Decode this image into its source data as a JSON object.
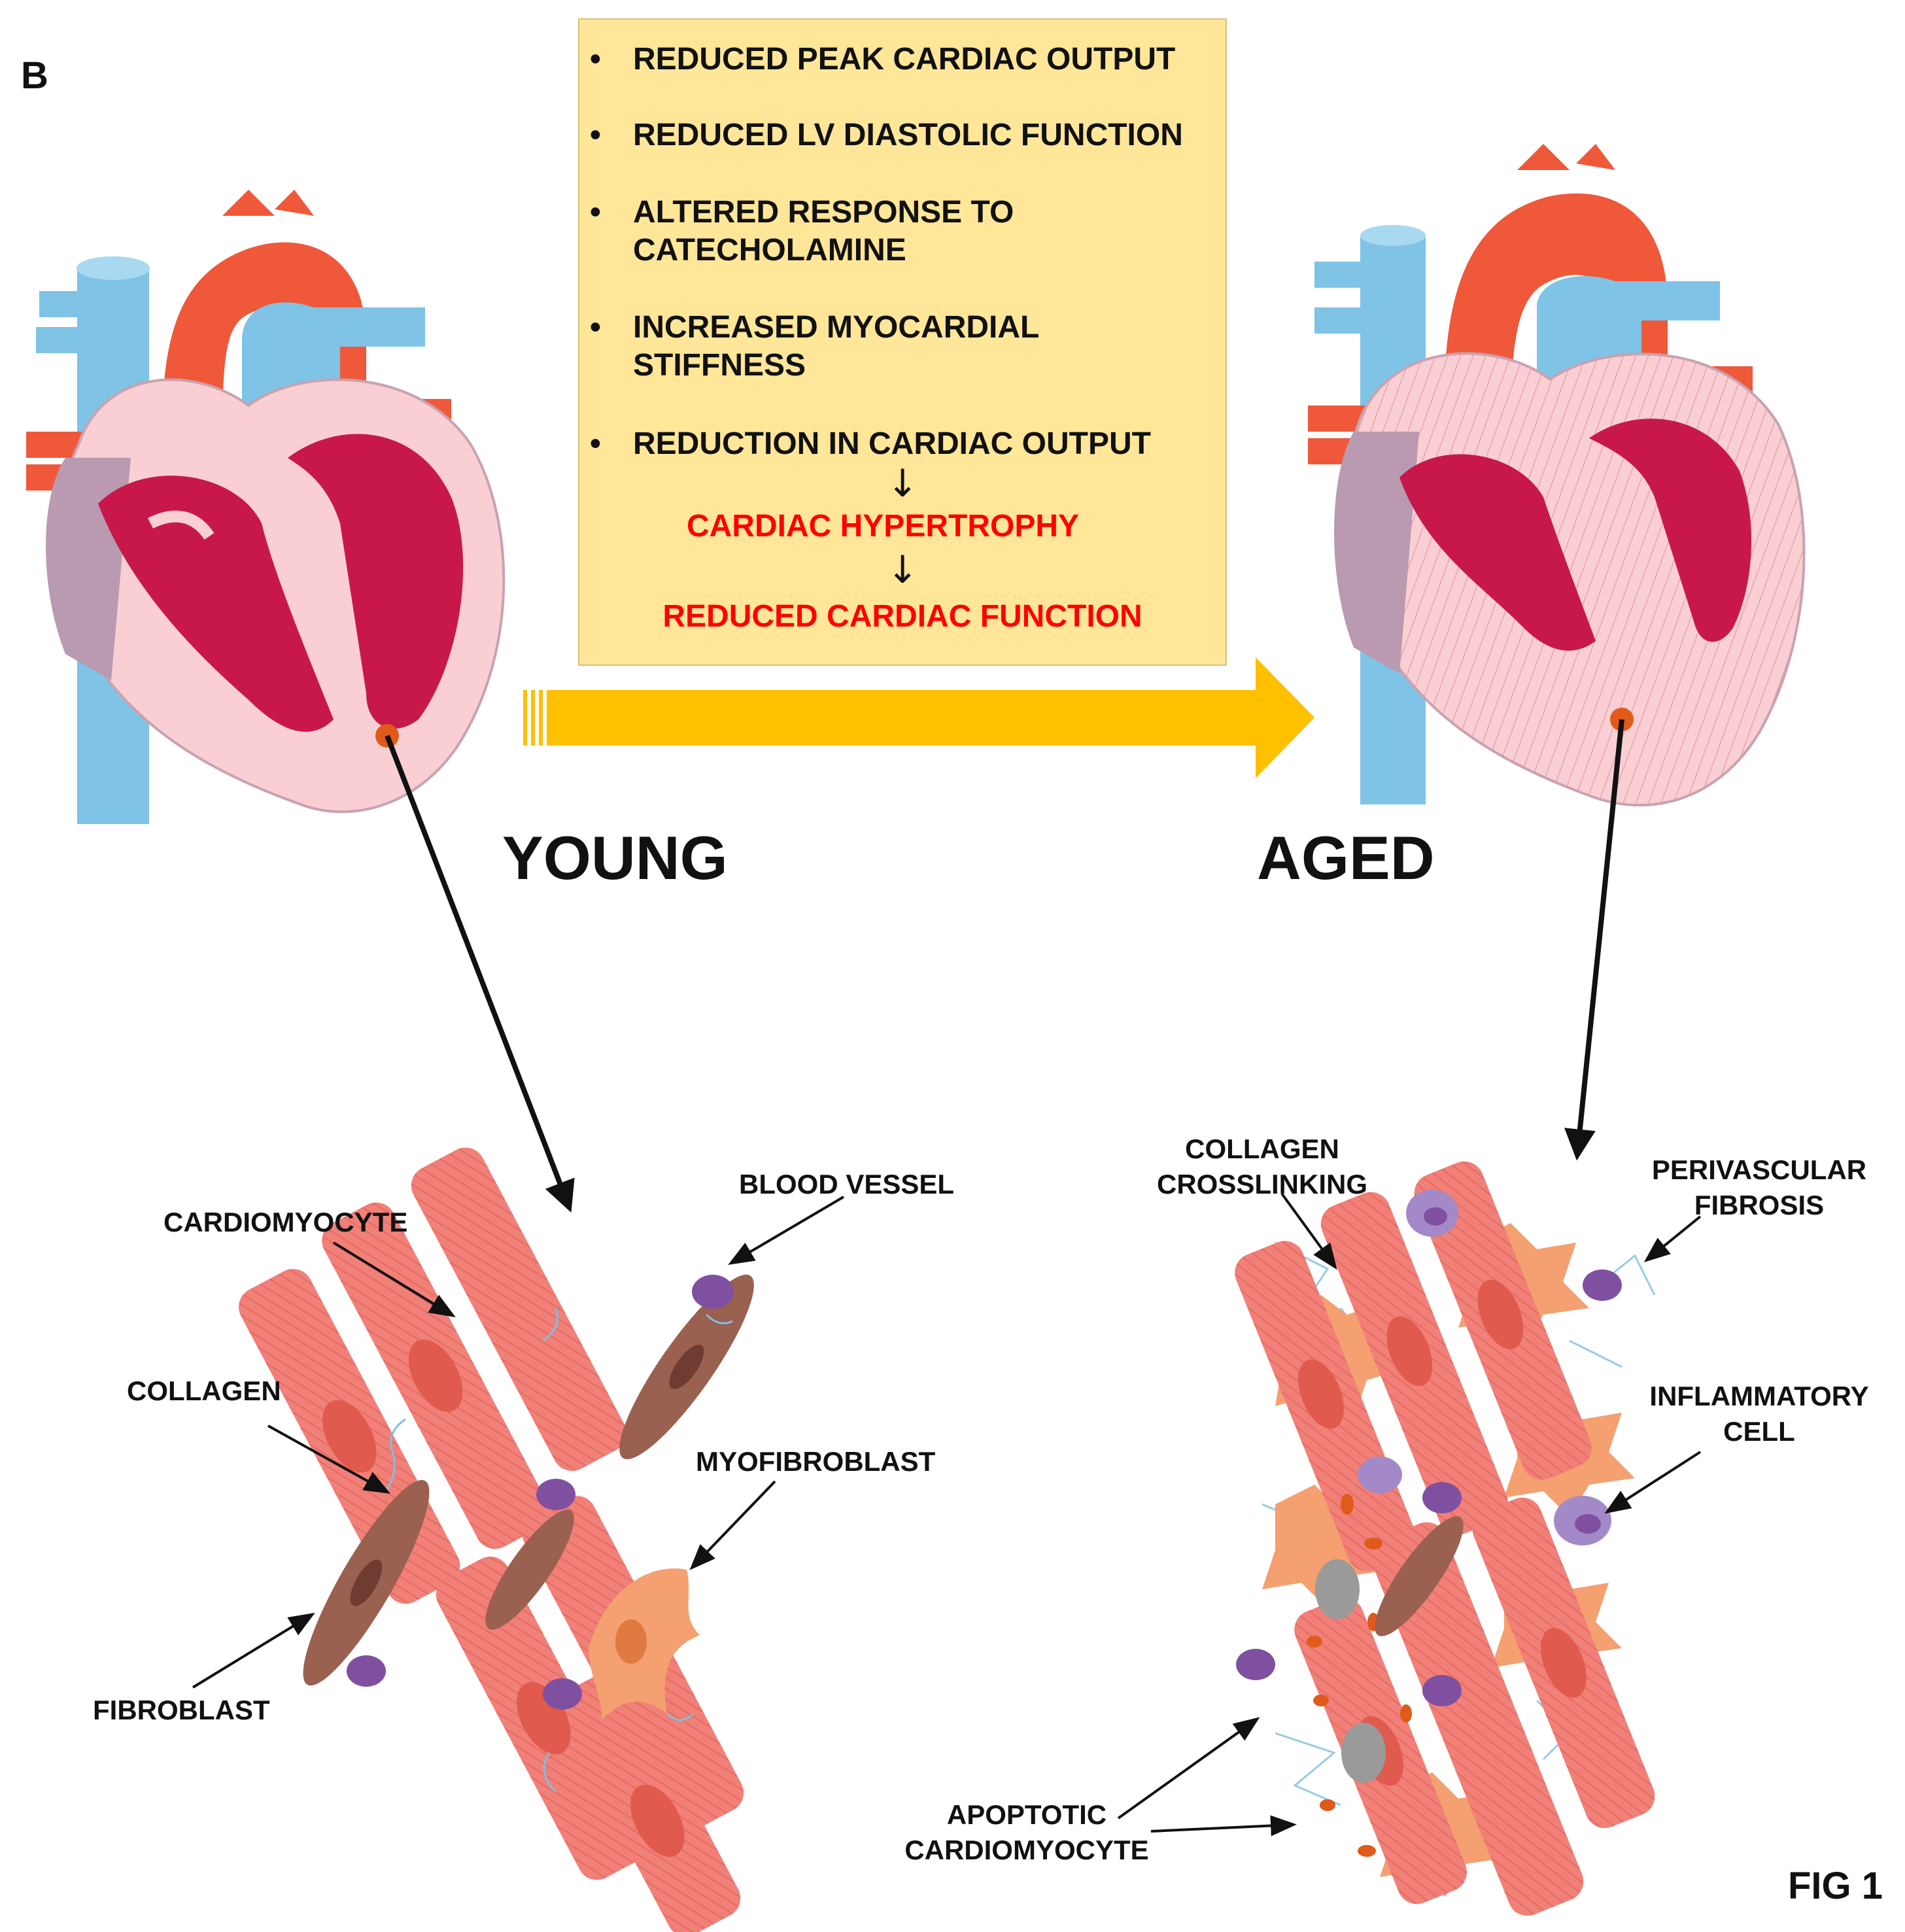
{
  "panel_letter": "B",
  "fig_label": "FIG 1",
  "stages": {
    "young": "YOUNG",
    "aged": "AGED"
  },
  "info_box": {
    "items": [
      "REDUCED PEAK CARDIAC OUTPUT",
      "REDUCED LV DIASTOLIC FUNCTION",
      "ALTERED RESPONSE TO CATECHOLAMINE",
      "INCREASED MYOCARDIAL STIFFNESS",
      "REDUCTION IN CARDIAC OUTPUT"
    ],
    "consequence_1": "CARDIAC HYPERTROPHY",
    "consequence_2": "REDUCED CARDIAC FUNCTION",
    "arrow_glyph": "↓",
    "bullet_glyph": "•"
  },
  "young_labels": {
    "cardiomyocyte": "CARDIOMYOCYTE",
    "blood_vessel": "BLOOD VESSEL",
    "collagen": "COLLAGEN",
    "myofibroblast": "MYOFIBROBLAST",
    "fibroblast": "FIBROBLAST"
  },
  "aged_labels": {
    "collagen_crosslinking_1": "COLLAGEN",
    "collagen_crosslinking_2": "CROSSLINKING",
    "perivascular_1": "PERIVASCULAR",
    "perivascular_2": "FIBROSIS",
    "inflammatory_1": "INFLAMMATORY",
    "inflammatory_2": "CELL",
    "apoptotic_1": "APOPTOTIC",
    "apoptotic_2": "CARDIOMYOCYTE"
  },
  "colors": {
    "info_box_bg": "#ffe699",
    "progression_arrow": "#ffc000",
    "red_text": "#ff0000",
    "aorta": "#f0583a",
    "vein": "#7fc3e6",
    "myocardium": "#c8184a",
    "cardiomyocyte": "#f08078",
    "fibroblast": "#9a6050",
    "myofibroblast": "#f4a070",
    "immune_cell": "#8050a0"
  }
}
